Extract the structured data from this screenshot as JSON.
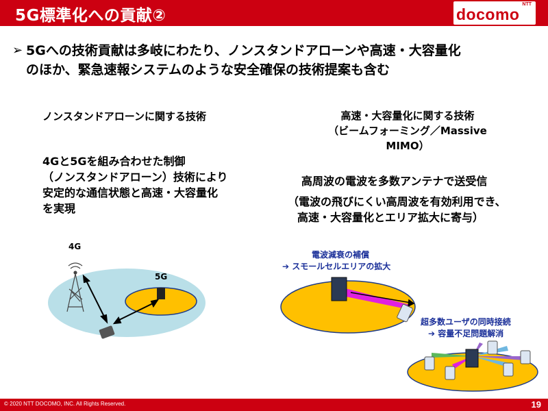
{
  "header": {
    "title": "5G標準化への貢献②",
    "logo_text": "docomo",
    "logo_small": "NTT",
    "brand_color": "#cc0011"
  },
  "bullet": {
    "marker": "➢",
    "line1": "5Gへの技術貢献は多岐にわたり、ノンスタンドアローンや高速・大容量化",
    "line2": "のほか、緊急速報システムのような安全確保の技術提案も含む"
  },
  "left": {
    "heading": "ノンスタンドアローンに関する技術",
    "body": [
      "4Gと5Gを組み合わせた制御",
      "（ノンスタンドアローン）技術により",
      "安定的な通信状態と高速・大容量化",
      "を実現"
    ],
    "label_4g": "4G",
    "label_5g": "5G"
  },
  "right": {
    "heading": [
      "高速・大容量化に関する技術",
      "（ビームフォーミング／Massive",
      "MIMO）"
    ],
    "body": [
      "高周波の電波を多数アンテナで送受信",
      "（電波の飛びにくい高周波を有効利用でき、",
      "高速・大容量化とエリア拡大に寄与）"
    ],
    "note1_title": "電波減衰の補償",
    "note1_detail": "➔ スモールセルエリアの拡大",
    "note2_title": "超多数ユーザの同時接続",
    "note2_detail": "➔ 容量不足問題解消"
  },
  "footer": {
    "copyright": "© 2020 NTT DOCOMO, INC. All Rights Reserved.",
    "page": "19"
  }
}
